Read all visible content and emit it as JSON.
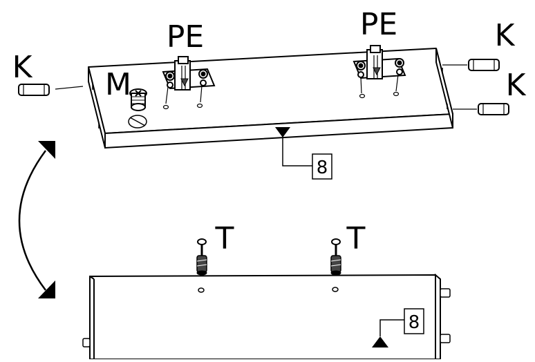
{
  "labels": {
    "pe_left": "PE",
    "pe_right": "PE",
    "k_left": "K",
    "k_right_top": "K",
    "k_right_bottom": "K",
    "m": "M",
    "t_left": "T",
    "t_right": "T"
  },
  "markers": {
    "part_number_top": "8",
    "part_number_bottom": "8"
  },
  "icons": {
    "rotate_arrow": "curved-double-arrow-icon"
  },
  "colors": {
    "line": "#000000",
    "fill": "#ffffff",
    "shade": "#bfbfbf"
  }
}
